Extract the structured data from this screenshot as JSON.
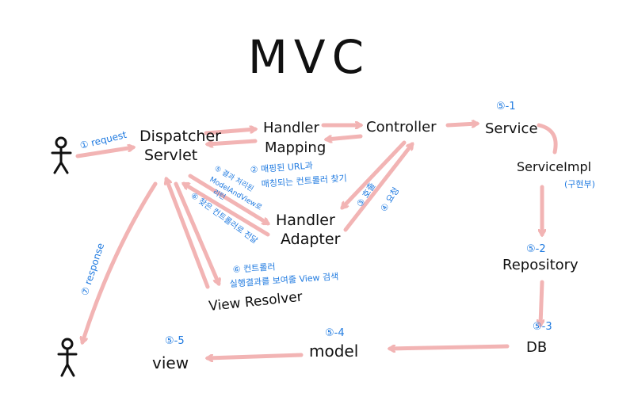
{
  "title": "MVC",
  "nodes": {
    "dispatcher_line1": "Dispatcher",
    "dispatcher_line2": "Servlet",
    "handler_mapping_line1": "Handler",
    "handler_mapping_line2": "Mapping",
    "controller": "Controller",
    "service": "Service",
    "service_impl": "ServiceImpl",
    "handler_adapter_line1": "Handler",
    "handler_adapter_line2": "Adapter",
    "repository": "Repository",
    "db": "DB",
    "model": "model",
    "view": "view",
    "view_resolver": "View Resolver"
  },
  "labels": {
    "request": "① request",
    "response": "⑦ response",
    "step_service": "⑤-1",
    "step_repository": "⑤-2",
    "step_db": "⑤-3",
    "step_model": "⑤-4",
    "step_view": "⑤-5",
    "impl_note": "(구현부)",
    "mapping_note_line1": "② 매핑된 URL과",
    "mapping_note_line2": "매칭되는 컨트롤러 찾기",
    "adapter_note_line1": "③ 호출",
    "adapter_note_line2": "④ 요청",
    "result_note_line1": "⑤ 결과 처리된",
    "result_note_line2": "ModelAndView로",
    "result_note_line3": "리턴",
    "forward_note": "⑥ 찾은 컨트롤러로 전달",
    "view_note_line1": "⑥ 컨트롤러",
    "view_note_line2": "실행결과를 보여줄 View 검색"
  },
  "colors": {
    "ink": "#111111",
    "blue": "#1f7ae0",
    "arrow": "#f2b4b4"
  }
}
